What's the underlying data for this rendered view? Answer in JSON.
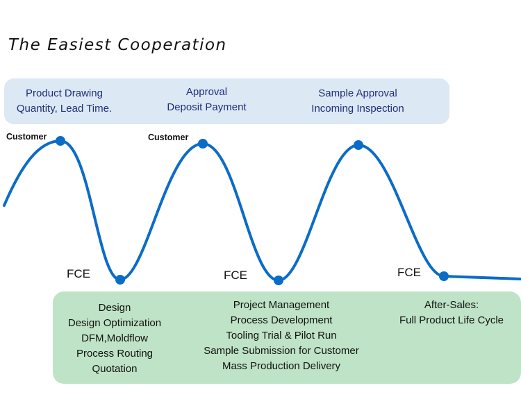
{
  "title": "The Easiest Cooperation",
  "customer_label": "Customer",
  "fce_label": "FCE",
  "customer_steps": [
    {
      "lines": [
        "Product Drawing",
        "Quantity, Lead Time."
      ]
    },
    {
      "lines": [
        "Approval",
        "Deposit Payment"
      ]
    },
    {
      "lines": [
        "Sample Approval",
        "Incoming Inspection"
      ]
    }
  ],
  "fce_steps": [
    {
      "lines": [
        "Design",
        "Design Optimization",
        "DFM,Moldflow",
        "Process Routing",
        "Quotation"
      ]
    },
    {
      "lines": [
        "Project Management",
        "Process Development",
        "Tooling Trial & Pilot Run",
        "Sample Submission for Customer",
        "Mass Production Delivery"
      ]
    },
    {
      "lines": [
        "After-Sales:",
        "Full Product Life Cycle"
      ]
    }
  ],
  "colors": {
    "line": "#0a6cc7",
    "top_band": "#dce8f4",
    "bottom_band": "#bfe3c6"
  }
}
